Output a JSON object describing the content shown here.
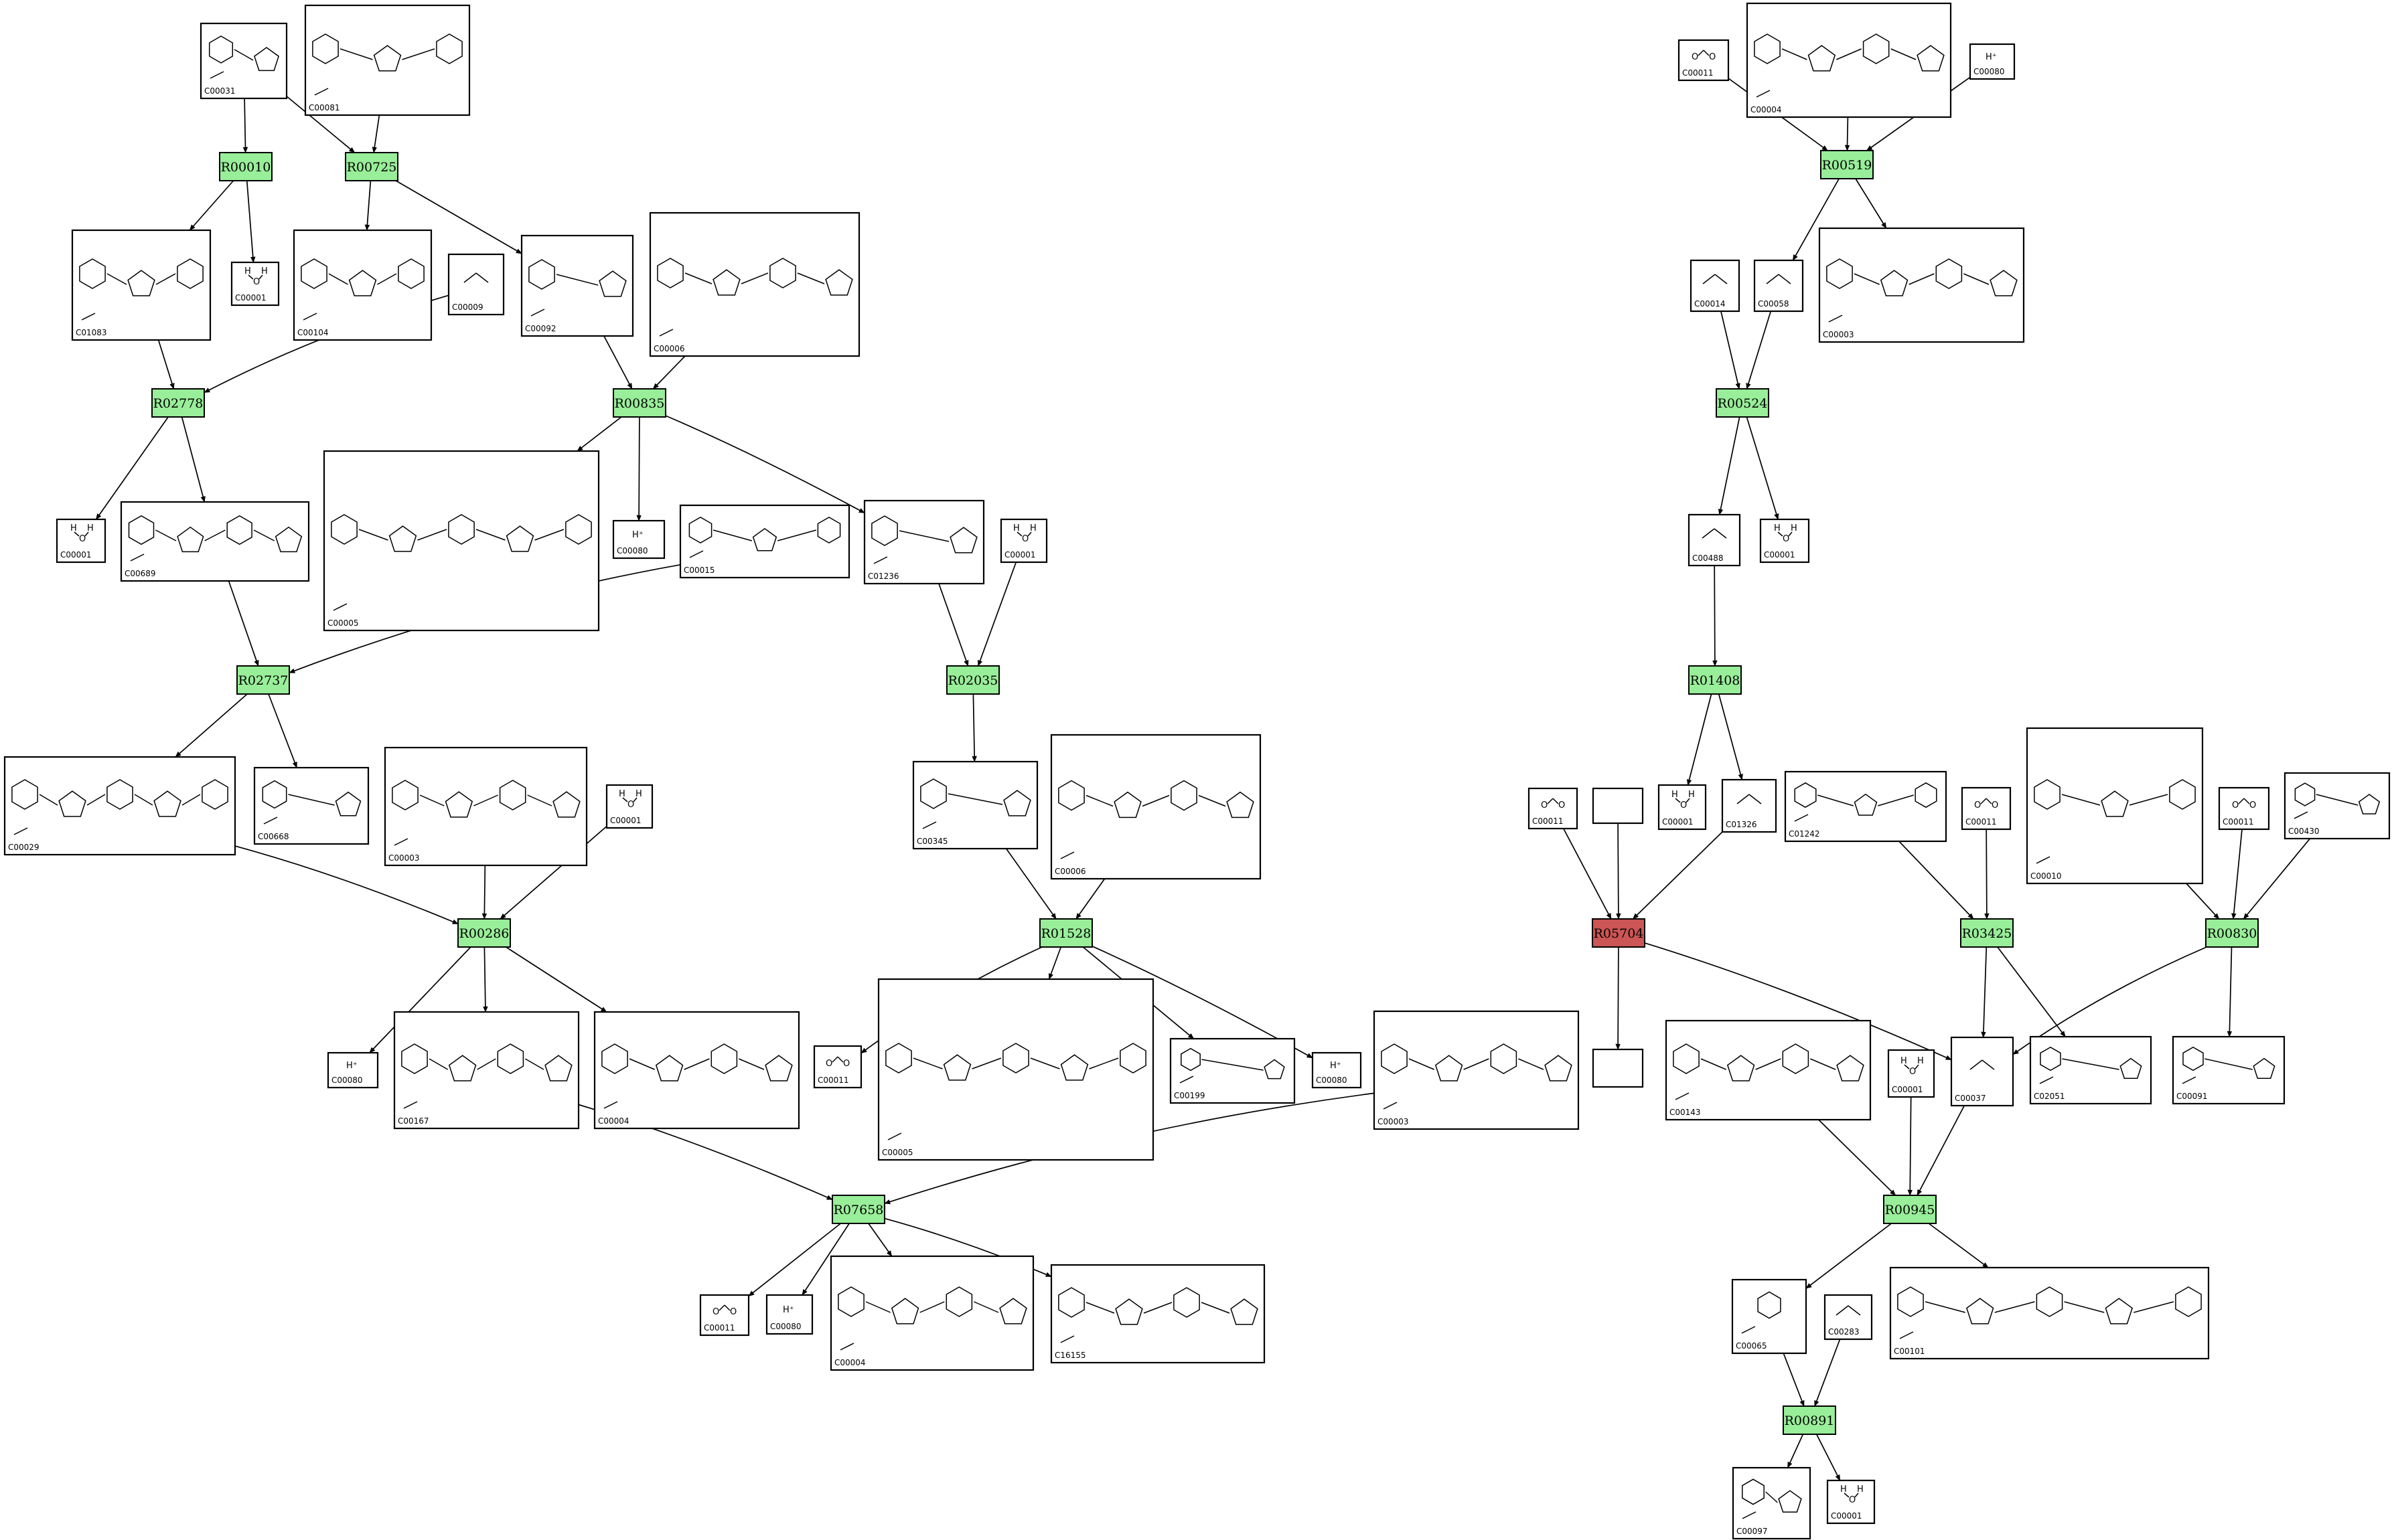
{
  "colors": {
    "reaction_default": "#99ee99",
    "reaction_highlight": "#cc5555",
    "edge": "#000000",
    "box_stroke": "#000000",
    "background": "#ffffff"
  },
  "reactions": [
    {
      "id": "R00010",
      "label": "R00010",
      "color": "#99ee99"
    },
    {
      "id": "R00725",
      "label": "R00725",
      "color": "#99ee99"
    },
    {
      "id": "R02778",
      "label": "R02778",
      "color": "#99ee99"
    },
    {
      "id": "R00835",
      "label": "R00835",
      "color": "#99ee99"
    },
    {
      "id": "R02737",
      "label": "R02737",
      "color": "#99ee99"
    },
    {
      "id": "R02035",
      "label": "R02035",
      "color": "#99ee99"
    },
    {
      "id": "R00286",
      "label": "R00286",
      "color": "#99ee99"
    },
    {
      "id": "R01528",
      "label": "R01528",
      "color": "#99ee99"
    },
    {
      "id": "R07658",
      "label": "R07658",
      "color": "#99ee99"
    },
    {
      "id": "R00519",
      "label": "R00519",
      "color": "#99ee99"
    },
    {
      "id": "R00524",
      "label": "R00524",
      "color": "#99ee99"
    },
    {
      "id": "R01408",
      "label": "R01408",
      "color": "#99ee99"
    },
    {
      "id": "R05704",
      "label": "R05704",
      "color": "#cc5555"
    },
    {
      "id": "R03425",
      "label": "R03425",
      "color": "#99ee99"
    },
    {
      "id": "R00830",
      "label": "R00830",
      "color": "#99ee99"
    },
    {
      "id": "R00945",
      "label": "R00945",
      "color": "#99ee99"
    },
    {
      "id": "R00891",
      "label": "R00891",
      "color": "#99ee99"
    }
  ],
  "compounds": [
    {
      "id": "c_C00031",
      "label": "C00031",
      "icon": "glucose-structure"
    },
    {
      "id": "c_C00081",
      "label": "C00081",
      "icon": "itp-structure"
    },
    {
      "id": "c_C01083",
      "label": "C01083",
      "icon": "trehalose-structure"
    },
    {
      "id": "c_C00001_a",
      "label": "C00001",
      "icon": "water-structure"
    },
    {
      "id": "c_C00104",
      "label": "C00104",
      "icon": "idp-structure"
    },
    {
      "id": "c_C00009",
      "label": "C00009",
      "icon": "phosphate-structure"
    },
    {
      "id": "c_C00092",
      "label": "C00092",
      "icon": "g6p-structure"
    },
    {
      "id": "c_C00006_a",
      "label": "C00006",
      "icon": "nadp-structure"
    },
    {
      "id": "c_C00001_b",
      "label": "C00001",
      "icon": "water-structure"
    },
    {
      "id": "c_C00689",
      "label": "C00689",
      "icon": "trehalose-phosphate-structure"
    },
    {
      "id": "c_C00005_a",
      "label": "C00005",
      "icon": "nadph-structure"
    },
    {
      "id": "c_C00080_a",
      "label": "C00080",
      "icon": "proton-structure"
    },
    {
      "id": "c_C00015",
      "label": "C00015",
      "icon": "udp-structure"
    },
    {
      "id": "c_C01236",
      "label": "C01236",
      "icon": "phosphogluconolactone-structure"
    },
    {
      "id": "c_C00001_c",
      "label": "C00001",
      "icon": "water-structure"
    },
    {
      "id": "c_C00029",
      "label": "C00029",
      "icon": "udp-glucose-structure"
    },
    {
      "id": "c_C00668",
      "label": "C00668",
      "icon": "g6p-structure"
    },
    {
      "id": "c_C00003_a",
      "label": "C00003",
      "icon": "nad-structure"
    },
    {
      "id": "c_C00001_d",
      "label": "C00001",
      "icon": "water-structure"
    },
    {
      "id": "c_C00345",
      "label": "C00345",
      "icon": "phosphogluconate-structure"
    },
    {
      "id": "c_C00006_b",
      "label": "C00006",
      "icon": "nadp-structure"
    },
    {
      "id": "c_C00080_b",
      "label": "C00080",
      "icon": "proton-structure"
    },
    {
      "id": "c_C00167",
      "label": "C00167",
      "icon": "udp-glucuronate-structure"
    },
    {
      "id": "c_C00004_a",
      "label": "C00004",
      "icon": "nadh-structure"
    },
    {
      "id": "c_C00011_a",
      "label": "C00011",
      "icon": "co2-structure"
    },
    {
      "id": "c_C00005_b",
      "label": "C00005",
      "icon": "nadph-structure"
    },
    {
      "id": "c_C00199",
      "label": "C00199",
      "icon": "ribulose-phosphate-structure"
    },
    {
      "id": "c_C00080_c",
      "label": "C00080",
      "icon": "proton-structure"
    },
    {
      "id": "c_C00003_b",
      "label": "C00003",
      "icon": "nad-structure"
    },
    {
      "id": "c_C00011_b",
      "label": "C00011",
      "icon": "co2-structure"
    },
    {
      "id": "c_C00080_d",
      "label": "C00080",
      "icon": "proton-structure"
    },
    {
      "id": "c_C00004_b",
      "label": "C00004",
      "icon": "nadh-structure"
    },
    {
      "id": "c_C16155",
      "label": "C16155",
      "icon": "udp-sugar-structure"
    },
    {
      "id": "c_C00011_c",
      "label": "C00011",
      "icon": "co2-structure"
    },
    {
      "id": "c_C00004_c",
      "label": "C00004",
      "icon": "nadh-structure"
    },
    {
      "id": "c_C00080_e",
      "label": "C00080",
      "icon": "proton-structure"
    },
    {
      "id": "c_C00003_c",
      "label": "C00003",
      "icon": "nad-structure"
    },
    {
      "id": "c_C00014",
      "label": "C00014",
      "icon": "ammonia-structure"
    },
    {
      "id": "c_C00058",
      "label": "C00058",
      "icon": "formate-structure"
    },
    {
      "id": "c_C00488",
      "label": "C00488",
      "icon": "formamide-structure"
    },
    {
      "id": "c_C00001_e",
      "label": "C00001",
      "icon": "water-structure"
    },
    {
      "id": "c_C00011_d",
      "label": "C00011",
      "icon": "co2-structure"
    },
    {
      "id": "c_blank_a",
      "label": "",
      "icon": "empty-structure"
    },
    {
      "id": "c_C00001_f",
      "label": "C00001",
      "icon": "water-structure"
    },
    {
      "id": "c_C01326",
      "label": "C01326",
      "icon": "hcn-structure"
    },
    {
      "id": "c_C01242",
      "label": "C01242",
      "icon": "dihydrolipoyl-structure"
    },
    {
      "id": "c_C00011_e",
      "label": "C00011",
      "icon": "co2-structure"
    },
    {
      "id": "c_C00010",
      "label": "C00010",
      "icon": "coa-structure"
    },
    {
      "id": "c_C00011_f",
      "label": "C00011",
      "icon": "co2-structure"
    },
    {
      "id": "c_C00430",
      "label": "C00430",
      "icon": "aminolevulinate-structure"
    },
    {
      "id": "c_blank_b",
      "label": "",
      "icon": "empty-structure"
    },
    {
      "id": "c_C00143",
      "label": "C00143",
      "icon": "methylene-thf-structure"
    },
    {
      "id": "c_C00001_g",
      "label": "C00001",
      "icon": "water-structure"
    },
    {
      "id": "c_C00037",
      "label": "C00037",
      "icon": "glycine-structure"
    },
    {
      "id": "c_C02051",
      "label": "C02051",
      "icon": "lipoyl-structure"
    },
    {
      "id": "c_C00091",
      "label": "C00091",
      "icon": "succinyl-coa-structure"
    },
    {
      "id": "c_C00065",
      "label": "C00065",
      "icon": "serine-structure"
    },
    {
      "id": "c_C00283",
      "label": "C00283",
      "icon": "h2s-structure"
    },
    {
      "id": "c_C00101",
      "label": "C00101",
      "icon": "thf-structure"
    },
    {
      "id": "c_C00097",
      "label": "C00097",
      "icon": "cysteine-structure"
    },
    {
      "id": "c_C00001_h",
      "label": "C00001",
      "icon": "water-structure"
    }
  ]
}
